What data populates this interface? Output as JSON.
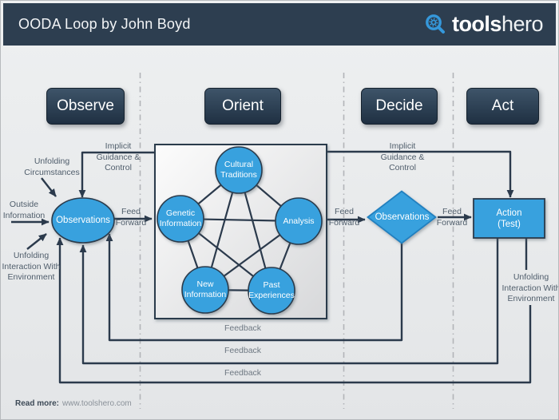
{
  "header": {
    "title": "OODA Loop by John Boyd",
    "logo_bold": "tools",
    "logo_light": "hero"
  },
  "phases": [
    {
      "label": "Observe"
    },
    {
      "label": "Orient"
    },
    {
      "label": "Decide"
    },
    {
      "label": "Act"
    }
  ],
  "nodes": {
    "observations_ellipse": "Observations",
    "cultural_traditions": "Cultural\nTraditions",
    "genetic_information": "Genetic\nInformation",
    "analysis": "Analysis",
    "new_information": "New\nInformation",
    "past_experiences": "Past\nExperiences",
    "observations_diamond": "Observations",
    "action_test": "Action\n(Test)"
  },
  "labels": {
    "unfolding_circumstances": "Unfolding\nCircumstances",
    "outside_information": "Outside\nInformation",
    "unfolding_environment_left": "Unfolding\nInteraction With\nEnvironment",
    "implicit_guidance_left": "Implicit\nGuidance & Control",
    "implicit_guidance_right": "Implicit\nGuidance & Control",
    "feed_forward_observe": "Feed\nForward",
    "feed_forward_decide": "Feed\nForward",
    "feed_forward_act": "Feed\nForward",
    "feedback_inner": "Feedback",
    "feedback_middle": "Feedback",
    "feedback_outer": "Feedback",
    "unfolding_environment_right": "Unfolding\nInteraction With\nEnvironment"
  },
  "footer": {
    "read_more": "Read more:",
    "url": "www.toolshero.com"
  },
  "colors": {
    "header_navy": "#2d3e50",
    "line_navy": "#2b3a4c",
    "node_blue": "#38a1de",
    "background": "#e9eaec",
    "separator_gray": "#b2b4b8"
  }
}
